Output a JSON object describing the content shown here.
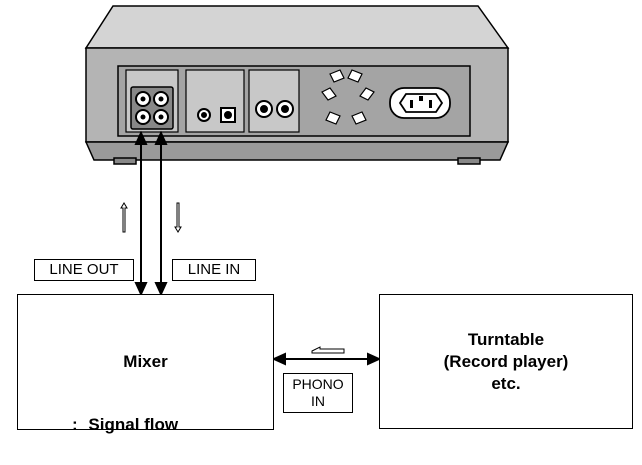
{
  "labels": {
    "line_out": "LINE OUT",
    "line_in": "LINE IN",
    "phono_line1": "PHONO",
    "phono_line2": "IN"
  },
  "devices": {
    "mixer": "Mixer",
    "turntable_line1": "Turntable",
    "turntable_line2": "(Record player)",
    "turntable_line3": "etc."
  },
  "legend": {
    "separator": ":",
    "text": "Signal flow"
  }
}
